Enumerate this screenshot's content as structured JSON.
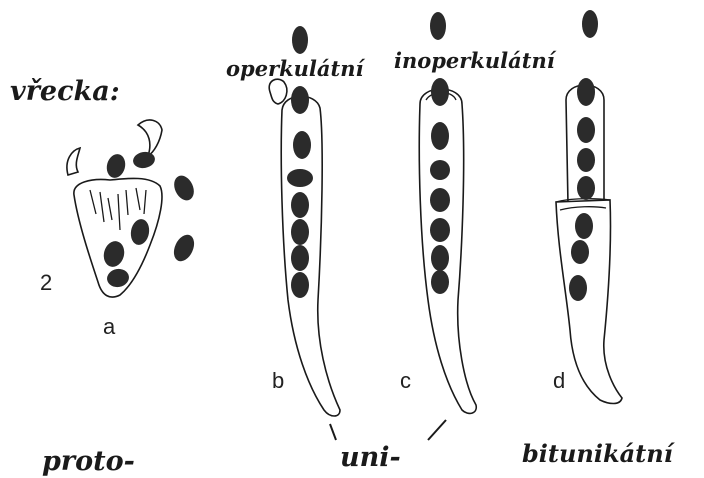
{
  "heading": "vřecka:",
  "figure_number": "2",
  "labels": {
    "operculate": "operkulátní",
    "inoperculate": "inoperkulátní",
    "a": "a",
    "b": "b",
    "c": "c",
    "d": "d",
    "proto": "proto-",
    "uni": "uni-",
    "bitunicate": "bitunikátní"
  },
  "colors": {
    "ink": "#1a1a1a",
    "spore": "#2b2b2b",
    "paper": "#ffffff"
  }
}
